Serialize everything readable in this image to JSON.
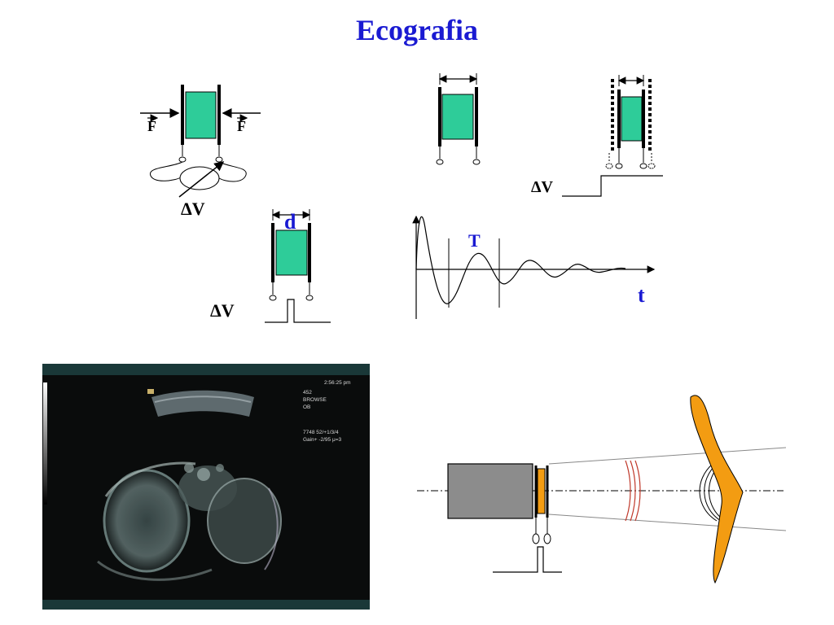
{
  "title": "Ecografia",
  "labels": {
    "force": "F",
    "delta_v": "ΔV",
    "distance": "d",
    "period": "T",
    "time": "t"
  },
  "ultrasound_text": {
    "time": "2:56:25 pm",
    "line1": "452",
    "line2": "BROWSE",
    "line3": "OB",
    "line4": "7748   52/+1/3/4",
    "line5": "Gain+  -2/95    μ=3"
  },
  "colors": {
    "title": "#1a1ad2",
    "crystal": "#2ecc99",
    "body": "#8c8c8c",
    "piezo": "#f39c12",
    "waves": "#c0392b",
    "target": "#f39c12",
    "label_blue": "#1a1ad2"
  },
  "icons": {
    "voltmeter": "voltmeter-icon",
    "arrow": "arrow-icon"
  }
}
